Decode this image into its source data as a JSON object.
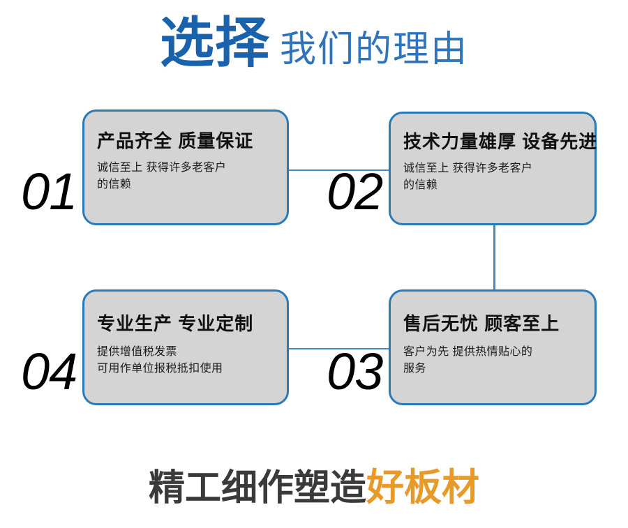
{
  "heading": {
    "strong": "选择",
    "light": "我们的理由",
    "strong_color": "#1b62ac",
    "light_color": "#2f74bb"
  },
  "cards": [
    {
      "number": "01",
      "title": "产品齐全 质量保证",
      "desc": "诚信至上 获得许多老客户\n的信赖"
    },
    {
      "number": "02",
      "title": "技术力量雄厚 设备先进",
      "desc": "诚信至上 获得许多老客户\n的信赖"
    },
    {
      "number": "03",
      "title": "售后无忧 顾客至上",
      "desc": "客户为先 提供热情贴心的\n服务"
    },
    {
      "number": "04",
      "title": "专业生产 专业定制",
      "desc": "提供增值税发票\n可用作单位报税抵扣使用"
    }
  ],
  "footer": {
    "dark": "精工细作塑造",
    "accent": "好板材",
    "dark_color": "#3a3a3a",
    "accent_color": "#e89a28"
  },
  "style": {
    "card_fill": "#d4d4d4",
    "card_border": "#2a7ab8",
    "connector": "#3e8cc6",
    "background": "#ffffff"
  }
}
